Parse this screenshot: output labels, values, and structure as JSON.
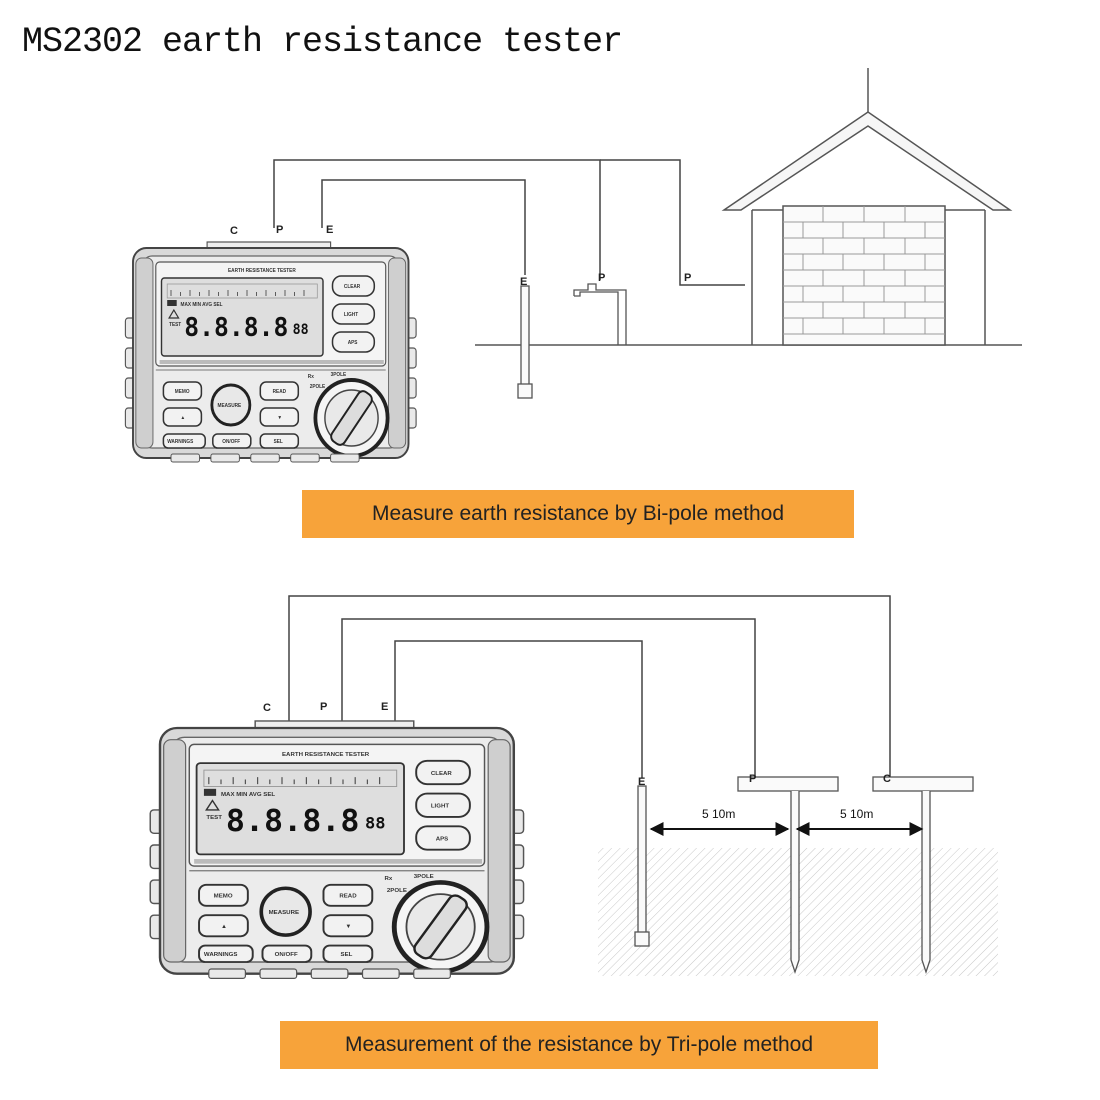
{
  "title": "MS2302 earth resistance tester",
  "panel1": {
    "caption": "Measure earth resistance by Bi-pole method",
    "terminals": {
      "c": "C",
      "p": "P",
      "e": "E"
    },
    "electrode_labels": {
      "e": "E",
      "p_tap": "P",
      "p_house": "P"
    },
    "device": {
      "header": "EARTH RESISTANCE TESTER",
      "display_main": "8.8.8.8",
      "display_small": "88",
      "display_flags": "MAX MIN AVG SEL",
      "side_buttons": [
        "CLEAR",
        "LIGHT",
        "APS"
      ],
      "keys": [
        "MEMO",
        "MEASURE",
        "READ",
        "▲",
        "▼",
        "WARNINGS",
        "ON/OFF",
        "SEL"
      ],
      "dial_markers": {
        "rx": "Rx",
        "pole3": "3POLE",
        "pole2": "2POLE"
      }
    }
  },
  "panel2": {
    "caption": "Measurement of the resistance by Tri-pole method",
    "terminals": {
      "c": "C",
      "p": "P",
      "e": "E"
    },
    "electrode_labels": {
      "e": "E",
      "p": "P",
      "c": "C"
    },
    "distances": [
      "5 10m",
      "5 10m"
    ],
    "device": {
      "header": "EARTH RESISTANCE TESTER",
      "display_main": "8.8.8.8",
      "display_small": "88",
      "display_flags": "MAX MIN AVG SEL",
      "side_buttons": [
        "CLEAR",
        "LIGHT",
        "APS"
      ],
      "keys": [
        "MEMO",
        "MEASURE",
        "READ",
        "▲",
        "▼",
        "WARNINGS",
        "ON/OFF",
        "SEL"
      ],
      "dial_markers": {
        "rx": "Rx",
        "pole3": "3POLE",
        "pole2": "2POLE"
      }
    }
  }
}
